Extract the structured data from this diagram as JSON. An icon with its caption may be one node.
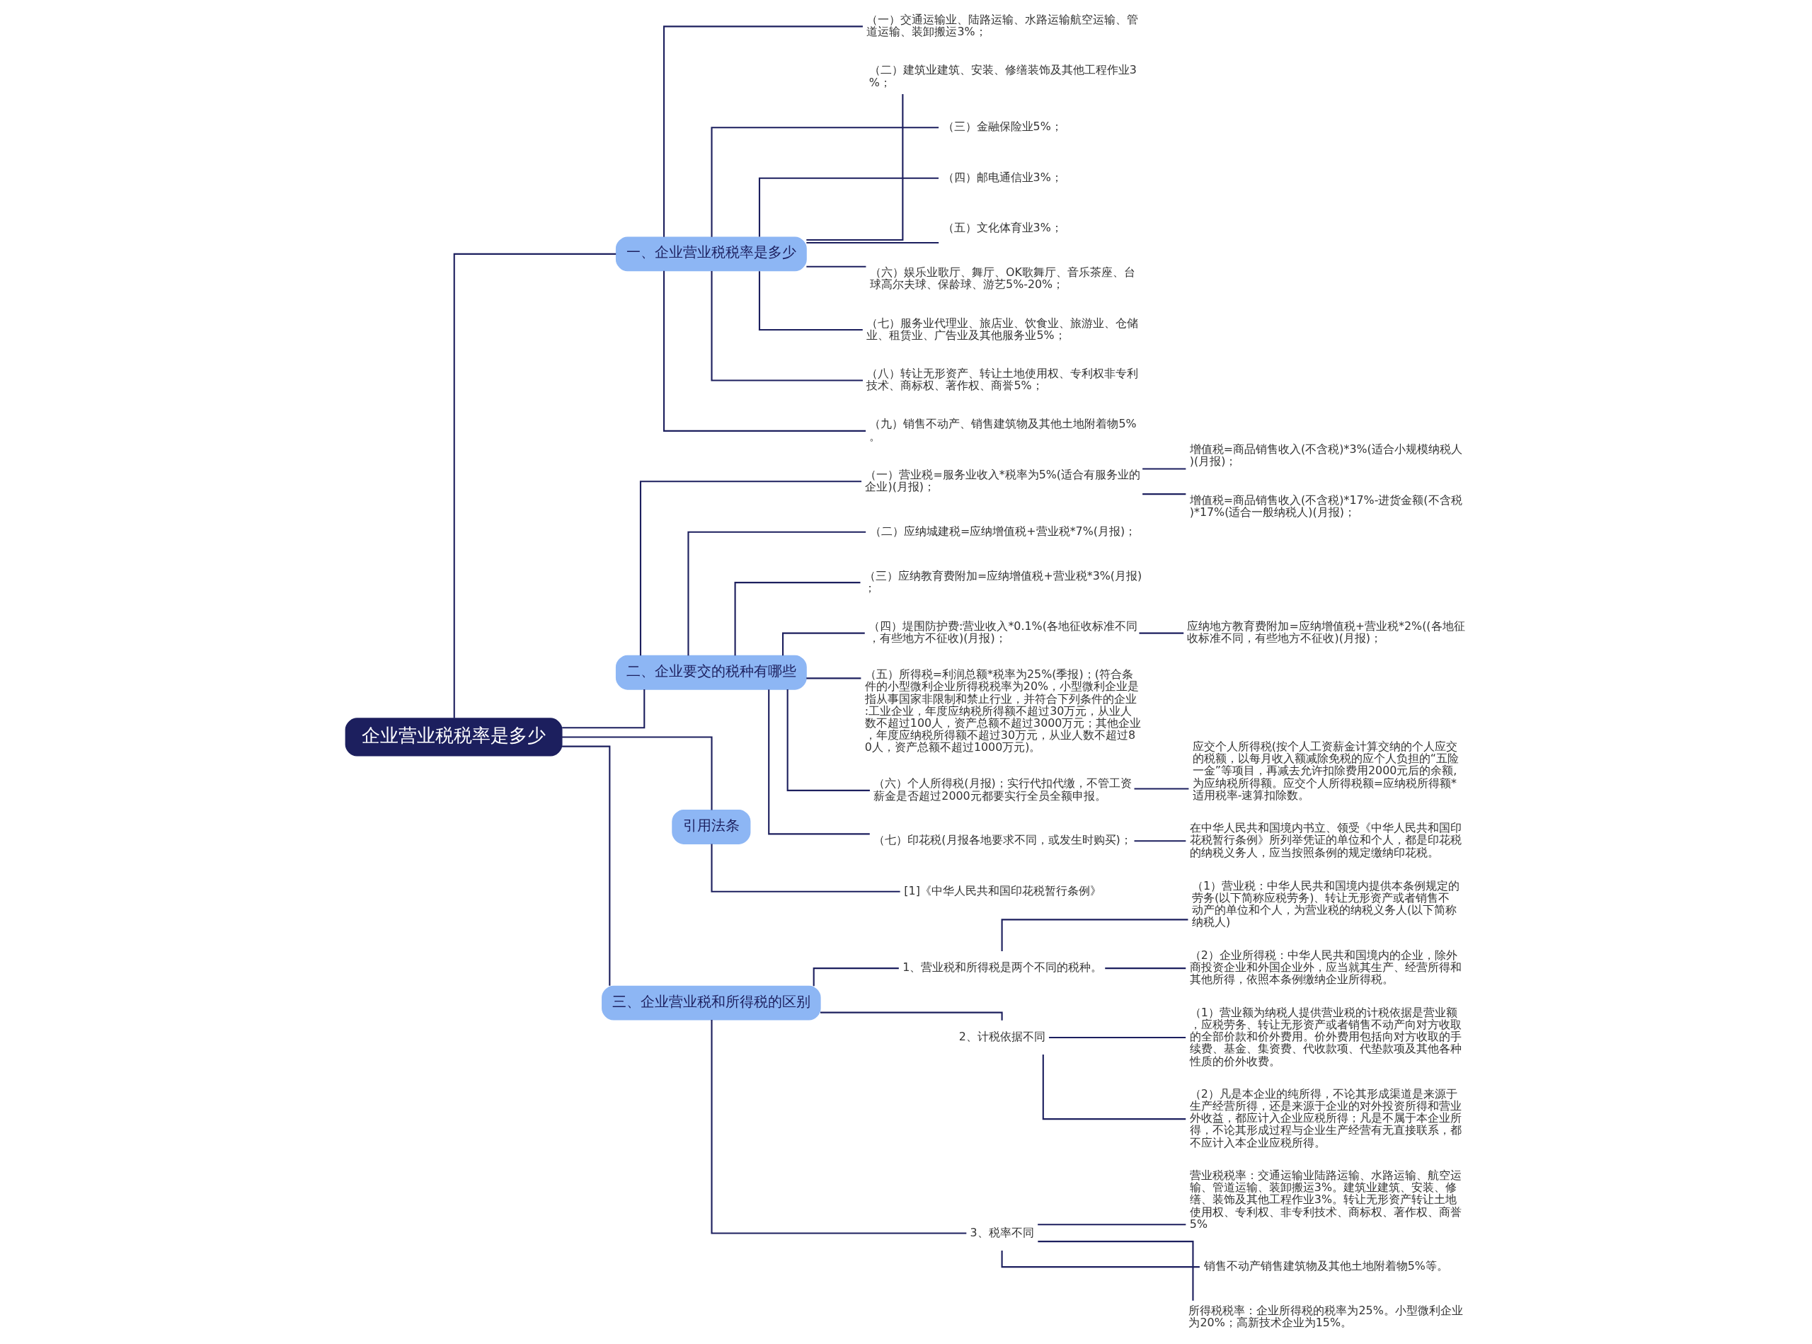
{
  "diagram": {
    "nodes": [
      {
        "text": [
          "企业营业税税率是多少"
        ]
      },
      {
        "text": [
          "一、企业营业税税率是多少"
        ]
      },
      {
        "text": [
          "（一）交通运输业、陆路运输、水路运输航空运输、管道运输、装卸搬运3%；"
        ]
      },
      {
        "text": [
          "（二）建筑业建筑、安装、修缮装饰及其他工程作业3%；"
        ]
      },
      {
        "text": [
          "（三）金融保险业5%；"
        ]
      },
      {
        "text": [
          "（四）邮电通信业3%；"
        ]
      },
      {
        "text": [
          "（五）文化体育业3%；"
        ]
      },
      {
        "text": [
          "（六）娱乐业歌厅、舞厅、OK歌舞厅、音乐茶座、台球高尔夫球、保龄球、游艺5%-20%；"
        ]
      },
      {
        "text": [
          "（七）服务业代理业、旅店业、饮食业、旅游业、仓储业、租赁业、广告业及其他服务业5%；"
        ]
      },
      {
        "text": [
          "（八）转让无形资产、转让土地使用权、专利权非专利技术、商标权、著作权、商誉5%；"
        ]
      },
      {
        "text": [
          "（九）销售不动产、销售建筑物及其他土地附着物5%。"
        ]
      },
      {
        "text": [
          "二、企业要交的税种有哪些"
        ]
      },
      {
        "text": [
          "（一）营业税=服务业收入*税率为5%(适合有服务业的企业)(月报)；"
        ]
      },
      {
        "text": [
          "增值税=商品销售收入(不含税)*3%(适合小规模纳税人)(月报)；"
        ]
      },
      {
        "text": [
          "增值税=商品销售收入(不含税)*17%-进货金额(不含税)*17%(适合一般纳税人)(月报)；"
        ]
      },
      {
        "text": [
          "（二）应纳城建税=应纳增值税+营业税*7%(月报)；"
        ]
      },
      {
        "text": [
          "（三）应纳教育费附加=应纳增值税+营业税*3%(月报)；"
        ]
      },
      {
        "text": [
          "（四）堤围防护费:营业收入*0.1%(各地征收标准不同，有些地方不征收)(月报)；"
        ]
      },
      {
        "text": [
          "应纳地方教育费附加=应纳增值税+营业税*2%((各地征收标准不同，有些地方不征收)(月报)；"
        ]
      },
      {
        "text": [
          "（五）所得税=利润总额*税率为25%(季报)；(符合条件的小型微利企业所得税税率为20%，小型微利企业是指从事国家非限制和禁止行业，并符合下列条件的企业:工业企业，年度应纳税所得额不超过30万元，从业人数不超过100人，资产总额不超过3000万元；其他企业，年度应纳税所得额不超过30万元，从业人数不超过80人，资产总额不超过1000万元)。"
        ]
      },
      {
        "text": [
          "（六）个人所得税(月报)；实行代扣代缴，不管工资薪金是否超过2000元都要实行全员全额申报。"
        ]
      },
      {
        "text": [
          "应交个人所得税(按个人工资薪金计算交纳的个人应交的税额，以每月收入额减除免税的应个人负担的“五险一金”等项目，再减去允许扣除费用2000元后的余额,为应纳税所得额。应交个人所得税额=应纳税所得额*适用税率-速算扣除数。"
        ]
      },
      {
        "text": [
          "（七）印花税(月报各地要求不同，或发生时购买)；"
        ]
      },
      {
        "text": [
          "在中华人民共和国境内书立、领受《中华人民共和国印花税暂行条例》所列举凭证的单位和个人，都是印花税的纳税义务人，应当按照条例的规定缴纳印花税。"
        ]
      },
      {
        "text": [
          "引用法条"
        ]
      },
      {
        "text": [
          "[1]《中华人民共和国印花税暂行条例》"
        ]
      },
      {
        "text": [
          "三、企业营业税和所得税的区别"
        ]
      },
      {
        "text": [
          "1、营业税和所得税是两个不同的税种。"
        ]
      },
      {
        "text": [
          "（1）营业税：中华人民共和国境内提供本条例规定的劳务(以下简称应税劳务)、转让无形资产或者销售不动产的单位和个人，为营业税的纳税义务人(以下简称纳税人)"
        ]
      },
      {
        "text": [
          "（2）企业所得税：中华人民共和国境内的企业，除外商投资企业和外国企业外，应当就其生产、经营所得和其他所得，依照本条例缴纳企业所得税。"
        ]
      },
      {
        "text": [
          "2、计税依据不同"
        ]
      },
      {
        "text": [
          "（1）营业额为纳税人提供营业税的计税依据是营业额，应税劳务、转让无形资产或者销售不动产向对方收取的全部价款和价外费用。价外费用包括向对方收取的手续费、基金、集资费、代收款项、代垫款项及其他各种性质的价外收费。"
        ]
      },
      {
        "text": [
          "（2）凡是本企业的纯所得，不论其形成渠道是来源于生产经营所得，还是来源于企业的对外投资所得和营业外收益，都应计入企业应税所得；凡是不属于本企业所得，不论其形成过程与企业生产经营有无直接联系，都不应计入本企业应税所得。"
        ]
      },
      {
        "text": [
          "3、税率不同"
        ]
      },
      {
        "text": [
          "营业税税率：交通运输业陆路运输、水路运输、航空运输、管道运输、装卸搬运3%。建筑业建筑、安装、修缮、装饰及其他工程作业3%。转让无形资产转让土地使用权、专利权、非专利技术、商标权、著作权、商誉5%"
        ]
      },
      {
        "text": [
          "销售不动产销售建筑物及其他土地附着物5%等。"
        ]
      },
      {
        "text": [
          "所得税税率：企业所得税的税率为25%。小型微利企业为20%；高新技术企业为15%。"
        ]
      }
    ],
    "edges": [
      {
        "from": 0,
        "to": 1,
        "arrow": "none"
      },
      {
        "from": 1,
        "to": 2,
        "arrow": "none"
      },
      {
        "from": 1,
        "to": 3,
        "arrow": "none"
      },
      {
        "from": 1,
        "to": 4,
        "arrow": "none"
      },
      {
        "from": 1,
        "to": 5,
        "arrow": "none"
      },
      {
        "from": 1,
        "to": 6,
        "arrow": "none"
      },
      {
        "from": 1,
        "to": 7,
        "arrow": "none"
      },
      {
        "from": 1,
        "to": 8,
        "arrow": "none"
      },
      {
        "from": 1,
        "to": 9,
        "arrow": "none"
      },
      {
        "from": 1,
        "to": 10,
        "arrow": "none"
      },
      {
        "from": 0,
        "to": 11,
        "arrow": "none"
      },
      {
        "from": 11,
        "to": 12,
        "arrow": "none"
      },
      {
        "from": 12,
        "to": 13,
        "arrow": "none"
      },
      {
        "from": 12,
        "to": 14,
        "arrow": "none"
      },
      {
        "from": 11,
        "to": 15,
        "arrow": "none"
      },
      {
        "from": 11,
        "to": 16,
        "arrow": "none"
      },
      {
        "from": 11,
        "to": 17,
        "arrow": "none"
      },
      {
        "from": 17,
        "to": 18,
        "arrow": "none"
      },
      {
        "from": 11,
        "to": 19,
        "arrow": "none"
      },
      {
        "from": 11,
        "to": 20,
        "arrow": "none"
      },
      {
        "from": 20,
        "to": 21,
        "arrow": "none"
      },
      {
        "from": 11,
        "to": 22,
        "arrow": "none"
      },
      {
        "from": 22,
        "to": 23,
        "arrow": "none"
      },
      {
        "from": 0,
        "to": 24,
        "arrow": "none"
      },
      {
        "from": 24,
        "to": 25,
        "arrow": "none"
      },
      {
        "from": 0,
        "to": 26,
        "arrow": "none"
      },
      {
        "from": 26,
        "to": 27,
        "arrow": "none"
      },
      {
        "from": 27,
        "to": 28,
        "arrow": "none"
      },
      {
        "from": 27,
        "to": 29,
        "arrow": "none"
      },
      {
        "from": 26,
        "to": 30,
        "arrow": "none"
      },
      {
        "from": 30,
        "to": 31,
        "arrow": "none"
      },
      {
        "from": 30,
        "to": 32,
        "arrow": "none"
      },
      {
        "from": 26,
        "to": 33,
        "arrow": "none"
      },
      {
        "from": 33,
        "to": 34,
        "arrow": "none"
      },
      {
        "from": 33,
        "to": 35,
        "arrow": "none"
      },
      {
        "from": 33,
        "to": 36,
        "arrow": "none"
      }
    ]
  }
}
